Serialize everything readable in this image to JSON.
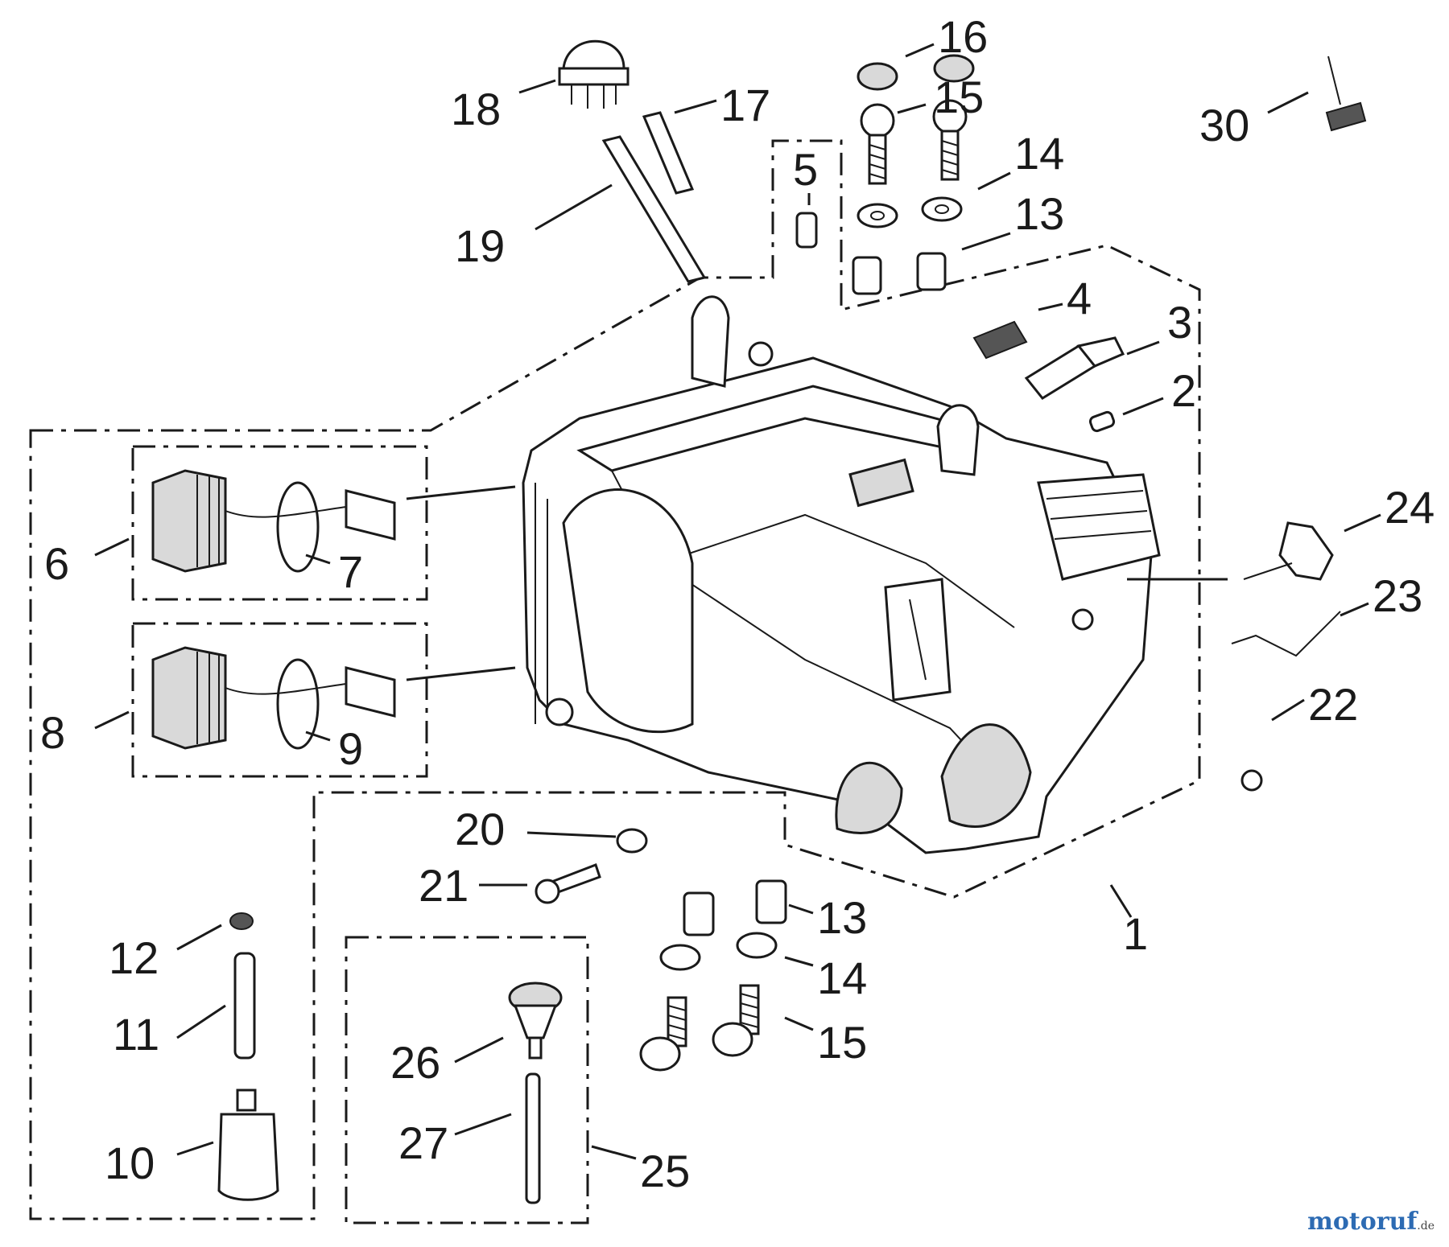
{
  "diagram": {
    "callouts": [
      "1",
      "2",
      "3",
      "4",
      "5",
      "6",
      "7",
      "8",
      "9",
      "10",
      "11",
      "12",
      "13",
      "13",
      "14",
      "14",
      "15",
      "15",
      "16",
      "17",
      "18",
      "19",
      "20",
      "21",
      "22",
      "23",
      "24",
      "25",
      "26",
      "27",
      "30"
    ]
  },
  "watermark": {
    "brand": "motoruf",
    "tld": ".de"
  }
}
